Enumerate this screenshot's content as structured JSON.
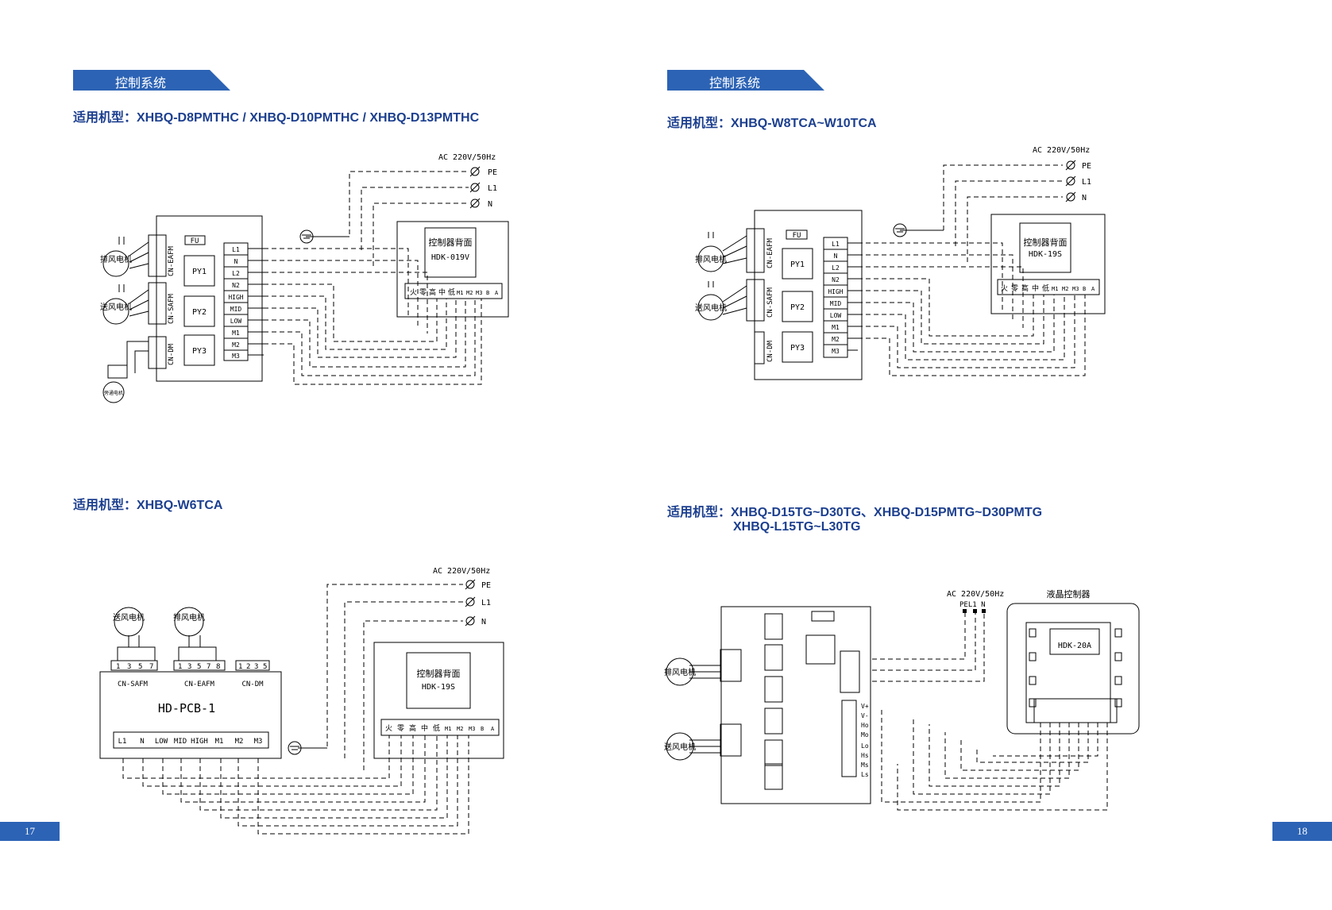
{
  "colors": {
    "accent": "#2c63b5",
    "model_text": "#1c3f8f"
  },
  "left_page": {
    "banner": "控制系统",
    "page_number": "17",
    "section1": {
      "model_label": "适用机型：XHBQ-D8PMTHC / XHBQ-D10PMTHC / XHBQ-D13PMTHC",
      "power_label": "AC 220V/50Hz",
      "power_terms": [
        "PE",
        "L1",
        "N"
      ],
      "controller_title": "控制器背面",
      "controller_model": "HDK-019V",
      "controller_terms": [
        "火",
        "零",
        "高",
        "中",
        "低",
        "M1",
        "M2",
        "M3",
        "B",
        "A"
      ],
      "fuse": "FU",
      "relays": [
        "PY1",
        "PY2",
        "PY3"
      ],
      "terminals": [
        "L1",
        "N",
        "L2",
        "N2",
        "HIGH",
        "MID",
        "LOW",
        "M1",
        "M2",
        "M3"
      ],
      "connectors": [
        "CN-EAFM",
        "CN-SAFM",
        "CN-DM"
      ],
      "motor_exhaust": "排风电机",
      "motor_supply": "送风电机",
      "motor_bypass": "旁通电机"
    },
    "section2": {
      "model_label": "适用机型：XHBQ-W6TCA",
      "power_label": "AC 220V/50Hz",
      "power_terms": [
        "PE",
        "L1",
        "N"
      ],
      "controller_title": "控制器背面",
      "controller_model": "HDK-19S",
      "controller_terms": [
        "火",
        "零",
        "高",
        "中",
        "低",
        "M1",
        "M2",
        "M3",
        "B",
        "A"
      ],
      "board": "HD-PCB-1",
      "board_terms": [
        "L1",
        "N",
        "LOW",
        "MID",
        "HIGH",
        "M1",
        "M2",
        "M3"
      ],
      "connectors": [
        "CN-SAFM",
        "CN-EAFM",
        "CN-DM"
      ],
      "motor_supply": "送风电机",
      "motor_exhaust": "排风电机",
      "pins_safm": [
        "1",
        "3",
        "5",
        "7"
      ],
      "pins_eafm": [
        "1",
        "3",
        "5",
        "7",
        "8"
      ],
      "pins_dm": [
        "1",
        "2",
        "3",
        "5"
      ]
    }
  },
  "right_page": {
    "banner": "控制系统",
    "page_number": "18",
    "section1": {
      "model_label": "适用机型：XHBQ-W8TCA~W10TCA",
      "power_label": "AC 220V/50Hz",
      "power_terms": [
        "PE",
        "L1",
        "N"
      ],
      "controller_title": "控制器背面",
      "controller_model": "HDK-19S",
      "controller_terms": [
        "火",
        "零",
        "高",
        "中",
        "低",
        "M1",
        "M2",
        "M3",
        "B",
        "A"
      ],
      "fuse": "FU",
      "relays": [
        "PY1",
        "PY2",
        "PY3"
      ],
      "terminals": [
        "L1",
        "N",
        "L2",
        "N2",
        "HIGH",
        "MID",
        "LOW",
        "M1",
        "M2",
        "M3"
      ],
      "connectors": [
        "CN-EAFM",
        "CN-SAFM",
        "CN-DM"
      ],
      "motor_exhaust": "排风电机",
      "motor_supply": "送风电机"
    },
    "section2": {
      "model_label_line1": "适用机型：XHBQ-D15TG~D30TG、XHBQ-D15PMTG~D30PMTG",
      "model_label_line2": "XHBQ-L15TG~L30TG",
      "power_label": "AC 220V/50Hz",
      "power_terms": "PEL1 N",
      "lcd_title": "液晶控制器",
      "lcd_model": "HDK-20A",
      "pcb_terms": [
        "V+",
        "V-",
        "Ho",
        "Mo",
        "Lo",
        "Hs",
        "Ms",
        "Ls"
      ],
      "motor_exhaust": "排风电机",
      "motor_supply": "送风电机"
    }
  }
}
